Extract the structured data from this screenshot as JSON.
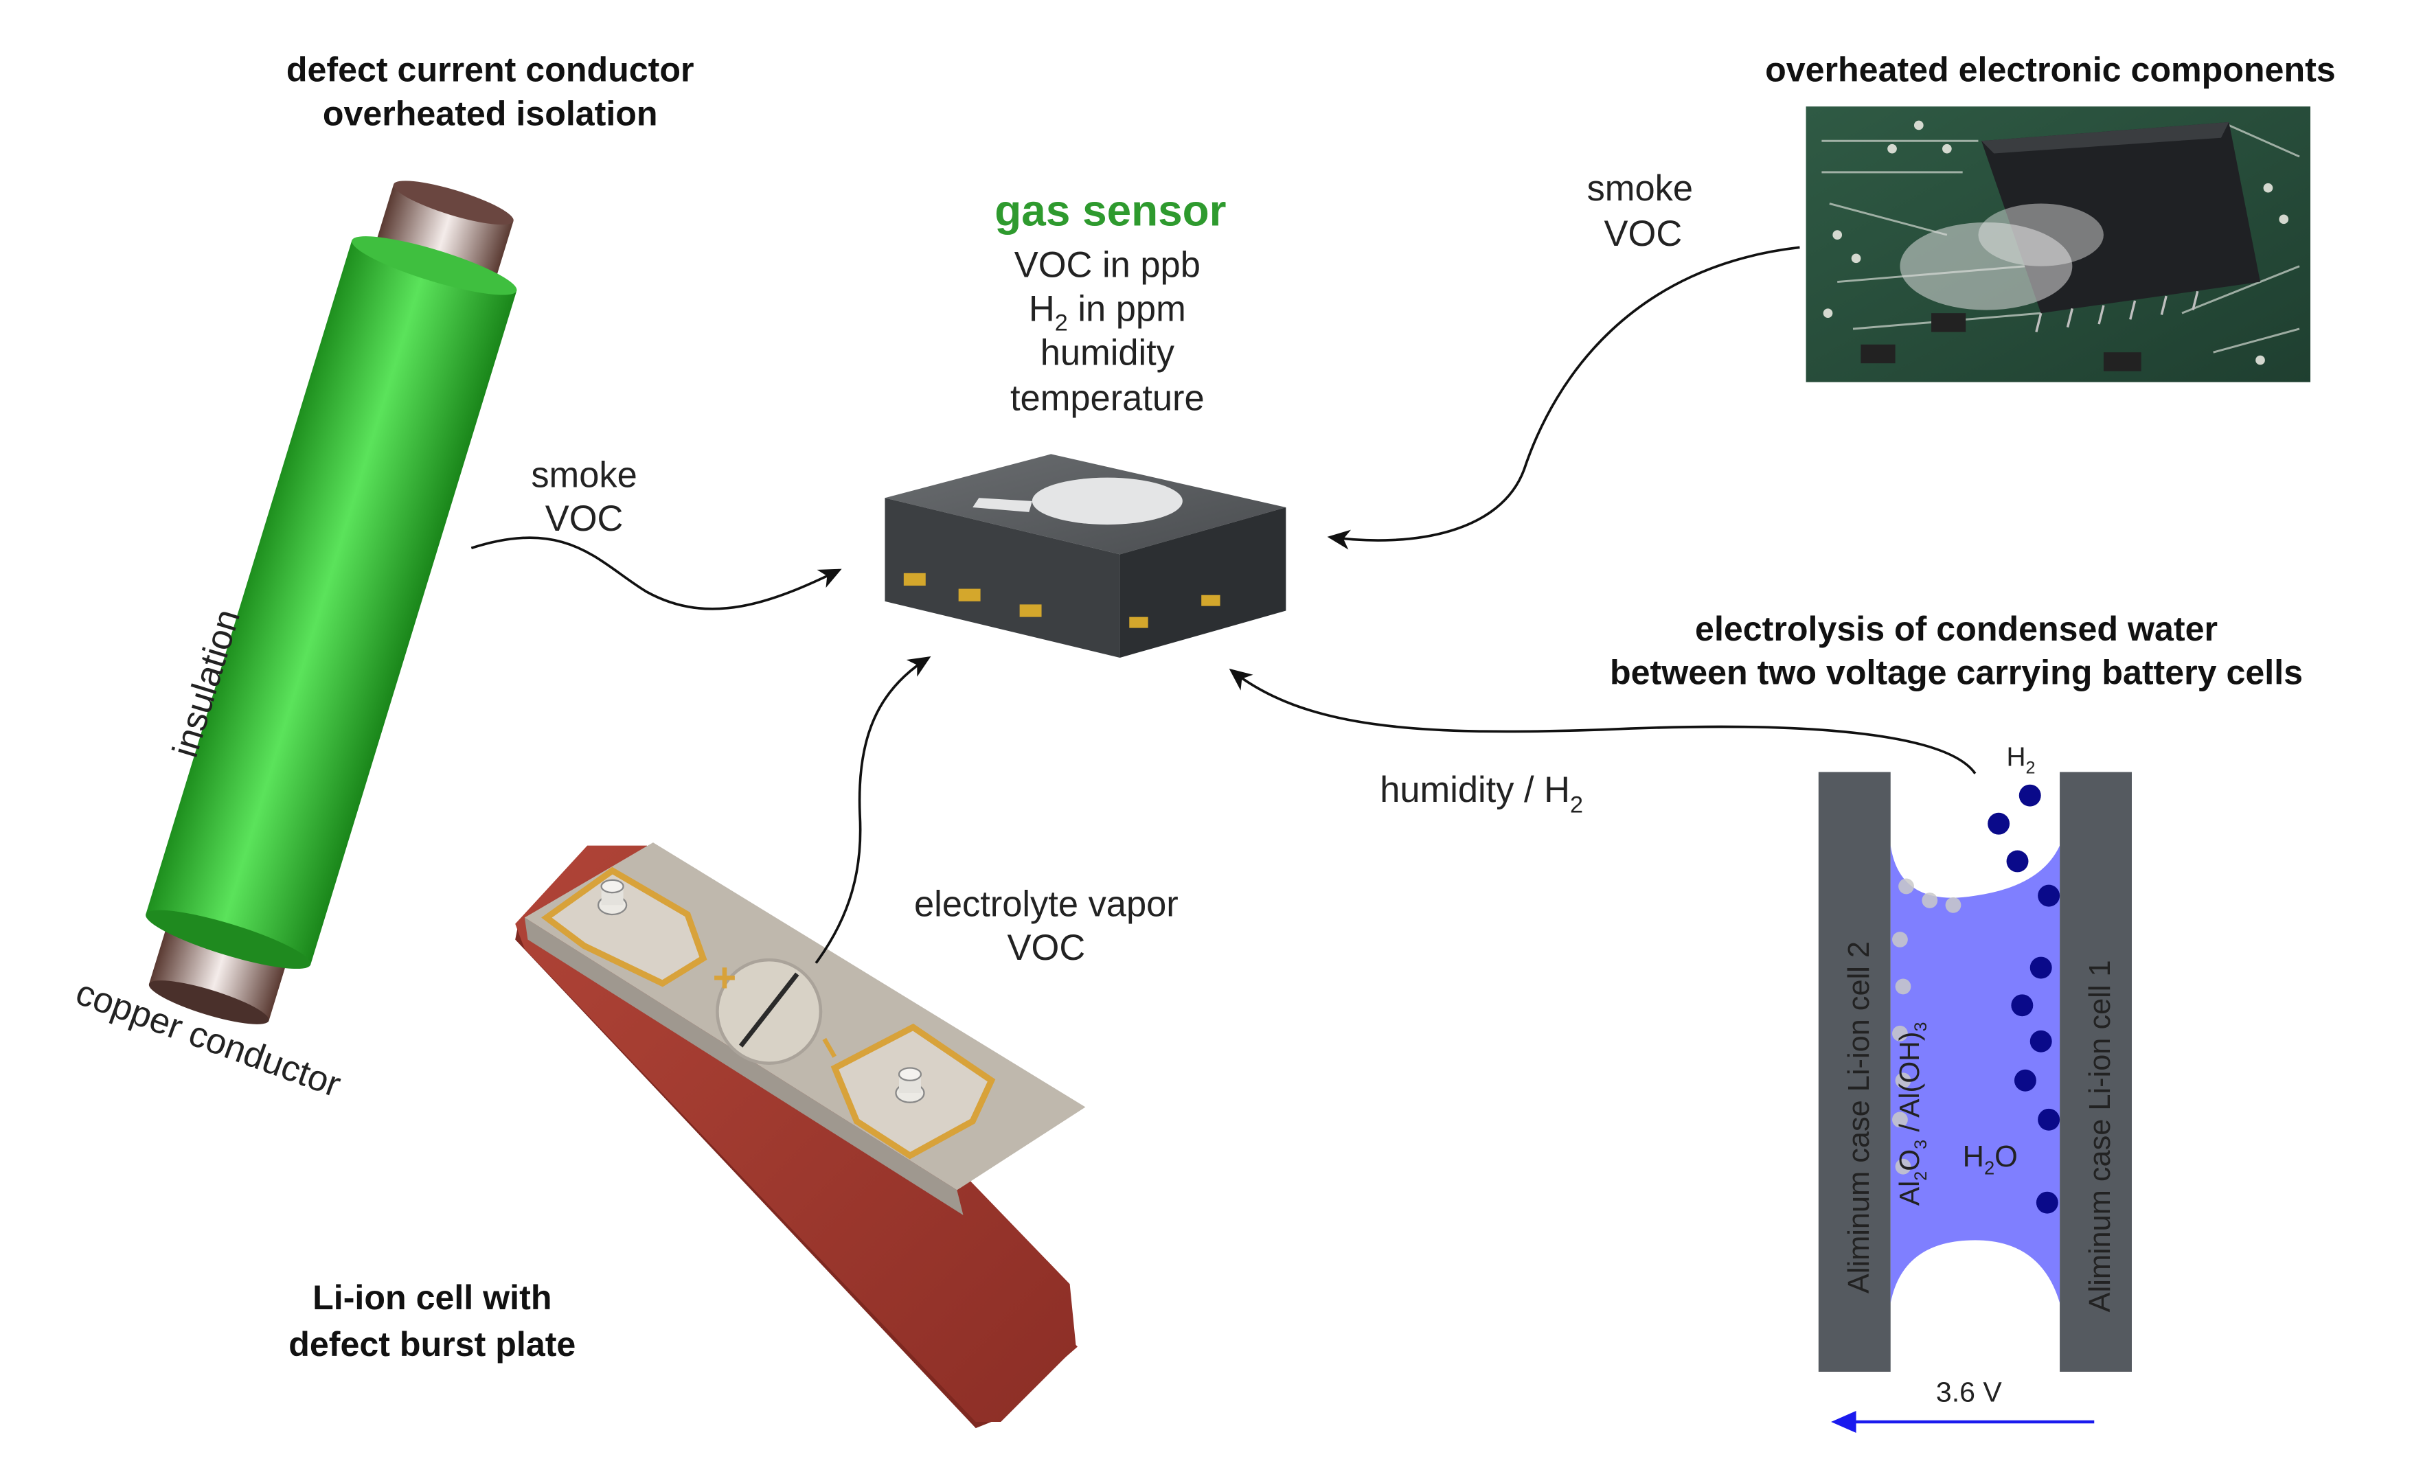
{
  "titles": {
    "defect_conductor_line1": "defect current conductor",
    "defect_conductor_line2": "overheated isolation",
    "overheated_components": "overheated electronic components",
    "electrolysis_line1": "electrolysis of condensed water",
    "electrolysis_line2": "between two voltage carrying battery cells",
    "li_ion_line1": "Li-ion cell with",
    "li_ion_line2": "defect burst plate"
  },
  "sensor": {
    "title": "gas sensor",
    "voc": "VOC in ppb",
    "h2_h": "H",
    "h2_sub": "2",
    "h2_rest": " in ppm",
    "humidity": "humidity",
    "temperature": "temperature"
  },
  "cable": {
    "insulation": "insulation",
    "copper": "copper conductor"
  },
  "flows": {
    "cable_smoke": "smoke",
    "cable_voc": "VOC",
    "pcb_smoke": "smoke",
    "pcb_voc": "VOC",
    "electrolyte_vapor": "electrolyte vapor",
    "electrolyte_voc": "VOC",
    "humidity_h2_text": "humidity / H",
    "humidity_h2_sub": "2"
  },
  "battery": {
    "plus": "+",
    "minus": "−"
  },
  "cells": {
    "h2_h": "H",
    "h2_sub": "2",
    "water_h": "H",
    "water_sub": "2",
    "water_o": "O",
    "cell2": "Aliminum case Li-ion cell 2",
    "cell1": "Aliminum case Li-ion cell 1",
    "oxide_al": "Al",
    "oxide_sub1": "2",
    "oxide_o": "O",
    "oxide_sub2": "3",
    "oxide_rest": " / Al(OH)",
    "oxide_sub3": "3",
    "voltage": "3.6 V"
  },
  "colors": {
    "sensor_title": "#2e9a2e",
    "cable_green": "#33cc33",
    "battery_red": "#a03a30",
    "electrolyte": "#7f7fff",
    "h2_bubble": "#0a0a8a",
    "cell_wall": "#555a60",
    "voltage_arrow": "#1a1aee"
  }
}
